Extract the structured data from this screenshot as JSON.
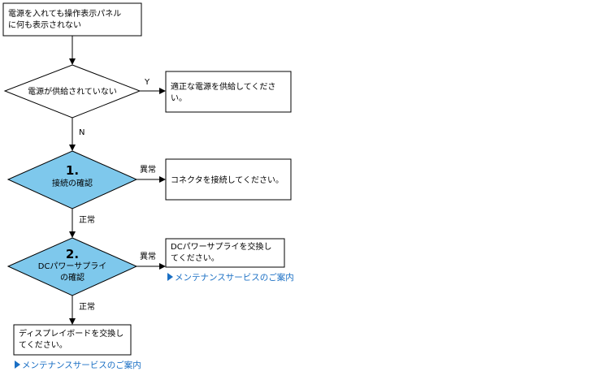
{
  "start_box": {
    "lines": [
      "電源を入れても操作表示パネル",
      "に何も表示されない"
    ]
  },
  "decision_power": {
    "label": "電源が供給されていない"
  },
  "branch_y": "Y",
  "branch_n": "N",
  "action_power": {
    "lines": [
      "適正な電源を供給してくださ",
      "い。"
    ]
  },
  "step1": {
    "number": "1.",
    "label": "接続の確認"
  },
  "step1_abnormal": "異常",
  "action_connector": {
    "lines": [
      "コネクタを接続してください。"
    ]
  },
  "step1_normal": "正常",
  "step2": {
    "number": "2.",
    "lines": [
      "DCパワーサプライ",
      "の確認"
    ]
  },
  "step2_abnormal": "異常",
  "action_dc": {
    "lines": [
      "DCパワーサプライを交換し",
      "てください。"
    ]
  },
  "link_service_1": "メンテナンスサービスのご案内",
  "step2_normal": "正常",
  "action_display": {
    "lines": [
      "ディスプレイボードを交換し",
      "てください。"
    ]
  },
  "link_service_2": "メンテナンスサービスのご案内",
  "colors": {
    "decision_fill": "#ffffff",
    "step_fill": "#7ec8ec",
    "link": "#1a6fc4"
  }
}
